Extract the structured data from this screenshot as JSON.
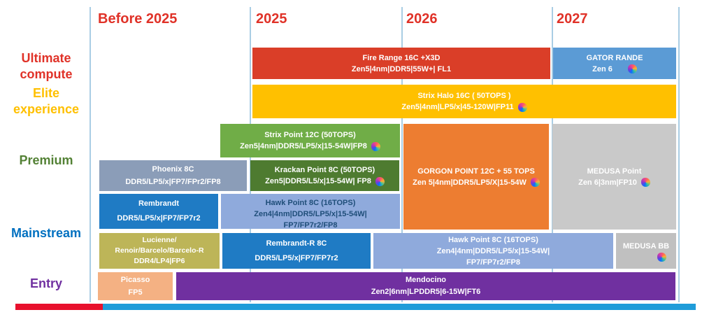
{
  "timeline": {
    "years": [
      "Before 2025",
      "2025",
      "2026",
      "2027"
    ]
  },
  "segments": [
    {
      "name": "ultimate-compute",
      "lines": [
        "Ultimate",
        "compute"
      ],
      "color": "#e03228"
    },
    {
      "name": "elite-experience",
      "lines": [
        "Elite",
        "experience"
      ],
      "color": "#ffc000"
    },
    {
      "name": "premium",
      "lines": [
        "Premium"
      ],
      "color": "#538135"
    },
    {
      "name": "mainstream",
      "lines": [
        "Mainstream"
      ],
      "color": "#0070c0"
    },
    {
      "name": "entry",
      "lines": [
        "Entry"
      ],
      "color": "#7030a0"
    }
  ],
  "bars": {
    "fire_range": {
      "line1": "Fire Range 16C +X3D",
      "line2": "Zen5|4nm|DDR5|55W+| FL1",
      "color": "#da3e28",
      "copilot": false
    },
    "gator_rande": {
      "line1": "GATOR RANDE",
      "line2": "Zen 6",
      "color": "#5b9bd5",
      "copilot": true
    },
    "strix_halo": {
      "line1": "Strix Halo 16C ( 50TOPS )",
      "line2": "Zen5|4nm|LP5/x|45-120W|FP11",
      "color": "#ffc000",
      "copilot": true
    },
    "strix_point": {
      "line1": "Strix Point 12C (50TOPS)",
      "line2": "Zen5|4nm|DDR5/LP5/x|15-54W|FP8",
      "color": "#70ad47",
      "copilot": true
    },
    "phoenix": {
      "line1": "Phoenix 8C",
      "line2": "DDR5/LP5/x|FP7/FPr2/FP8",
      "color": "#8b9db8",
      "copilot": false
    },
    "krackan": {
      "line1": "Krackan Point 8C (50TOPS)",
      "line2": "Zen5|DDR5/L5/x|15-54W| FP8",
      "color": "#4e7b30",
      "copilot": true
    },
    "rembrandt": {
      "line1": "Rembrandt",
      "line2": "DDR5/LP5/x|FP7/FP7r2",
      "color": "#1f7bc4",
      "copilot": false
    },
    "hawk_premium": {
      "line1": "Hawk Point 8C (16TOPS)",
      "line2": "Zen4|4nm|DDR5/LP5/x|15-54W|",
      "line3": "FP7/FP7r2/FP8",
      "color": "#8faadc",
      "copilot": false
    },
    "gorgon_point": {
      "line1": "GORGON POINT 12C + 55 TOPS",
      "line2": "Zen 5|4nm|DDR5/LP5/X|15-54W",
      "color": "#ed7d31",
      "copilot": true
    },
    "medusa_point": {
      "line1": "MEDUSA Point",
      "line2": "Zen 6|3nm|FP10",
      "color": "#c9c9c9",
      "copilot": true
    },
    "lucienne": {
      "line1": "Lucienne/",
      "line2": "Renoir/Barcelo/Barcelo-R",
      "line3": "DDR4/LP4|FP6",
      "color": "#bdb558",
      "copilot": false
    },
    "rembrandt_r": {
      "line1": "Rembrandt-R 8C",
      "line2": "DDR5/LP5/x|FP7/FP7r2",
      "color": "#1f7bc4",
      "copilot": false
    },
    "hawk_main": {
      "line1": "Hawk Point 8C (16TOPS)",
      "line2": "Zen4|4nm|DDR5/LP5/x|15-54W|",
      "line3": "FP7/FP7r2/FP8",
      "color": "#8faadc",
      "copilot": false
    },
    "medusa_bb": {
      "line1": "MEDUSA BB",
      "color": "#c0c0c0",
      "copilot": true
    },
    "picasso": {
      "line1": "Picasso",
      "line2": "FP5",
      "color": "#f4b183",
      "copilot": false
    },
    "mendocino": {
      "line1": "Mendocino",
      "line2": "Zen2|6nm|LPDDR5|6-15W|FT6",
      "color": "#7030a0",
      "copilot": false
    }
  },
  "colors": {
    "year_header": "#e03228",
    "gridline": "#a9cde4",
    "axis_red": "#e8112d",
    "axis_blue": "#1f9cd9",
    "hawk_premium_text": "#1f4e79"
  },
  "icons": {
    "copilot": "copilot-logo"
  }
}
